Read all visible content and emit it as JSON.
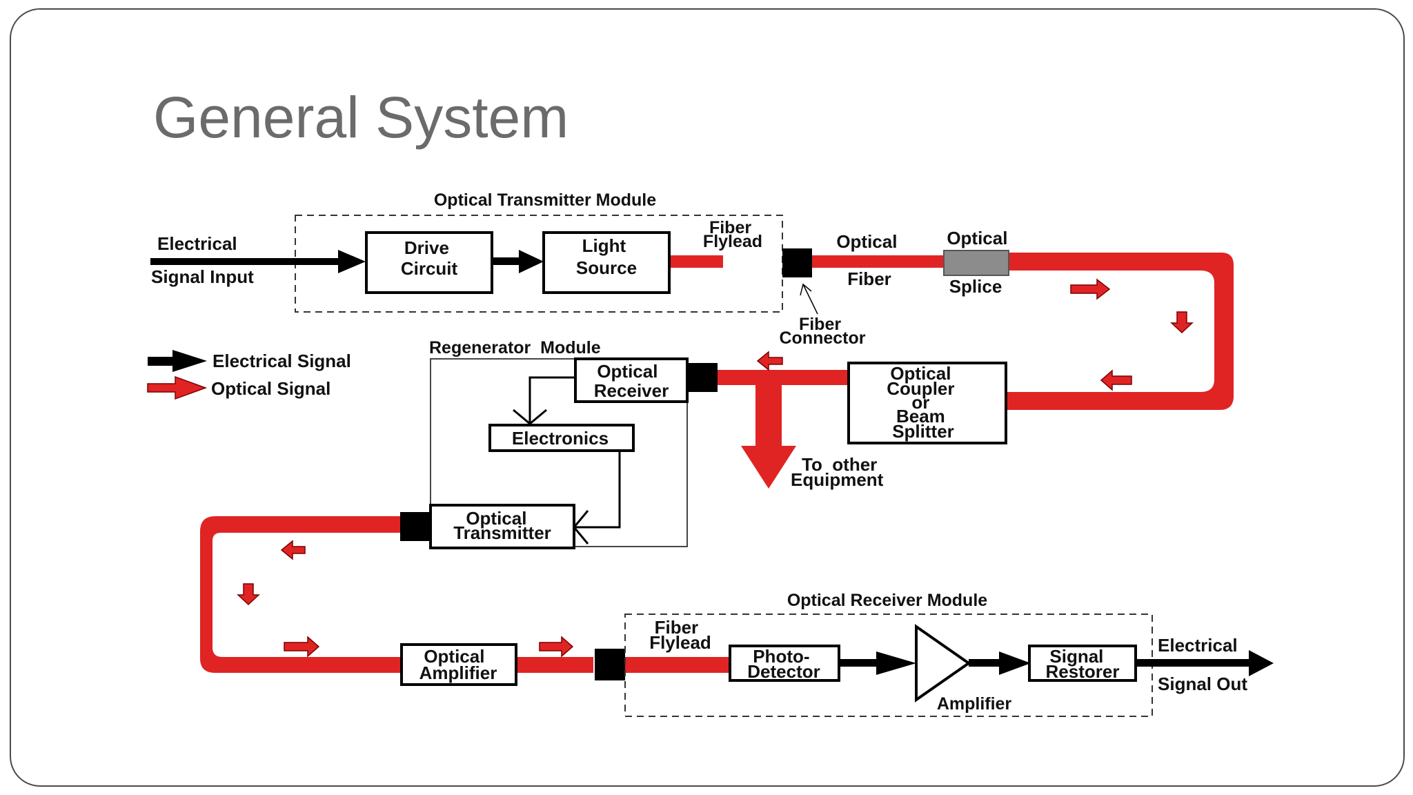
{
  "slide": {
    "title": "General System"
  },
  "colors": {
    "optical": "#e02424",
    "electrical": "#000000",
    "title": "#6b6b6b"
  },
  "diagram": {
    "transmitter_module_label": "Optical Transmitter Module",
    "electrical_input": [
      "Electrical",
      "Signal Input"
    ],
    "drive_circuit": [
      "Drive",
      "Circuit"
    ],
    "light_source": [
      "Light",
      "Source"
    ],
    "fiber_flylead_tx": [
      "Fiber",
      "Flylead"
    ],
    "optical_fiber": [
      "Optical",
      "Fiber"
    ],
    "optical_splice": [
      "Optical",
      "Splice"
    ],
    "fiber_connector": [
      "Fiber",
      "Connector"
    ],
    "legend_electrical": "Electrical Signal",
    "legend_optical": "Optical Signal",
    "regenerator_module_label": "Regenerator  Module",
    "optical_receiver": [
      "Optical",
      "Receiver"
    ],
    "electronics": "Electronics",
    "optical_transmitter": [
      "Optical",
      "Transmitter"
    ],
    "optical_coupler": [
      "Optical",
      "Coupler",
      "or",
      "Beam",
      "Splitter"
    ],
    "to_other_equipment": [
      "To  other",
      "Equipment"
    ],
    "receiver_module_label": "Optical Receiver Module",
    "optical_amplifier": [
      "Optical",
      "Amplifier"
    ],
    "fiber_flylead_rx": [
      "Fiber",
      "Flylead"
    ],
    "photo_detector": [
      "Photo-",
      "Detector"
    ],
    "amplifier": "Amplifier",
    "signal_restorer": [
      "Signal",
      "Restorer"
    ],
    "electrical_output": [
      "Electrical",
      "Signal Out"
    ]
  }
}
